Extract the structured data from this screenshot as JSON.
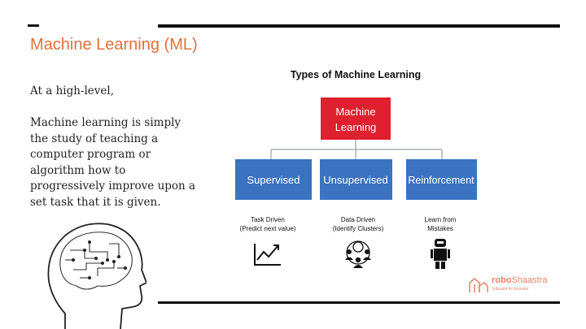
{
  "slide": {
    "title": "Machine Learning (ML)",
    "lead": "At a high-level,",
    "body_lines": [
      "Machine learning is simply",
      "the study of teaching a",
      "computer program or",
      "algorithm how to",
      "progressively improve upon a",
      "set task that it is given."
    ]
  },
  "diagram": {
    "heading": "Types of Machine Learning",
    "root": [
      "Machine",
      "Learning"
    ],
    "branches": [
      {
        "label": "Supervised",
        "desc": [
          "Task Driven",
          "(Predict next value)"
        ],
        "icon": "line-chart-icon"
      },
      {
        "label": "Unsupervised",
        "desc": [
          "Data Driven",
          "(Identify Clusters)"
        ],
        "icon": "people-cluster-icon"
      },
      {
        "label": "Reinforcement",
        "desc": [
          "Learn from",
          "Mistakes"
        ],
        "icon": "robot-icon"
      }
    ],
    "colors": {
      "root": "#e0202e",
      "branch": "#3b73c0",
      "connector": "#9aa0a6",
      "text": "#111111"
    }
  },
  "logo": {
    "brand_a": "robo",
    "brand_b": "Shaastra",
    "tagline": "Educate to Innovate",
    "color": "#e8836a"
  }
}
